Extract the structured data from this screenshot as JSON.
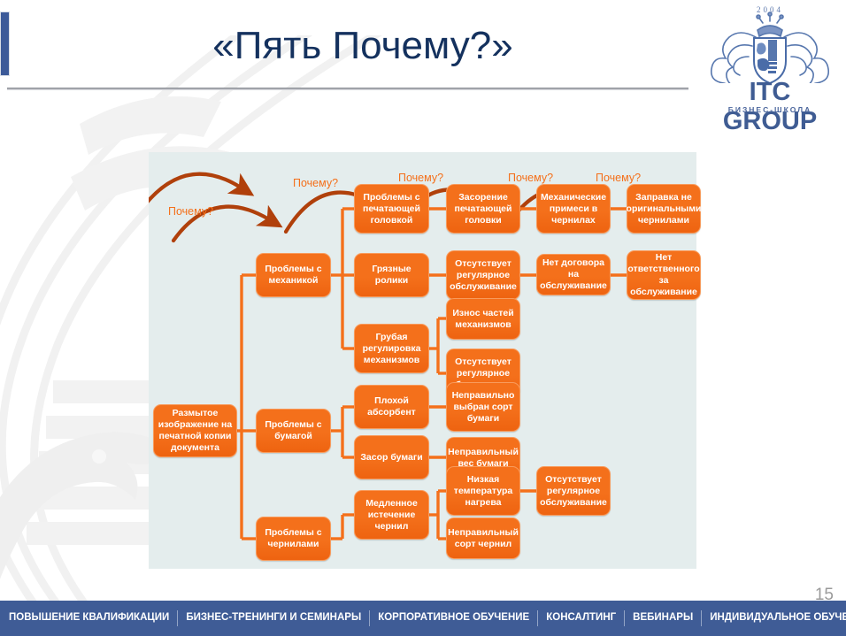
{
  "header": {
    "title": "«Пять Почему?»",
    "accent_color": "#3C5A99",
    "title_color": "#14315E"
  },
  "logo": {
    "year": "2004",
    "name": "ITC GROUP",
    "subtitle": "БИЗНЕС-ШКОЛА",
    "color": "#3F5C93"
  },
  "diagram": {
    "panel_color": "#E4EDED",
    "node_color": "#F4701B",
    "node_border_color": "#F89B5C",
    "connector_color": "#F4701B",
    "arrow_color": "#B0400B",
    "why_labels": [
      {
        "text": "Почему?"
      },
      {
        "text": "Почему?"
      },
      {
        "text": "Почему?"
      },
      {
        "text": "Почему?"
      },
      {
        "text": "Почему?"
      }
    ],
    "nodes": {
      "root": "Размытое изображение на печатной копии документа",
      "level1": [
        "Проблемы с механикой",
        "Проблемы с бумагой",
        "Проблемы с чернилами"
      ],
      "level2": [
        "Проблемы с печатающей головкой",
        "Грязные ролики",
        "Грубая регулировка механизмов",
        "Плохой абсорбент",
        "Засор  бумаги",
        "Медленное истечение чернил"
      ],
      "level3": [
        "Засорение печатающей головки",
        "Отсутствует регулярное обслуживание",
        "Износ частей механизмов",
        "Отсутствует регулярное обслуживание",
        "Неправильно выбран сорт бумаги",
        "Неправильный вес бумаги",
        "Низкая температура нагрева",
        "Неправильный сорт чернил"
      ],
      "level4": [
        "Механические примеси в чернилах",
        "Нет договора на обслуживание",
        "Отсутствует регулярное обслуживание"
      ],
      "level5": [
        "Заправка не оригинальными чернилами",
        "Нет ответственного за обслуживание"
      ]
    }
  },
  "footer": {
    "items": [
      "ПОВЫШЕНИЕ КВАЛИФИКАЦИИ",
      "БИЗНЕС-ТРЕНИНГИ И СЕМИНАРЫ",
      "КОРПОРАТИВНОЕ ОБУЧЕНИЕ",
      "КОНСАЛТИНГ",
      "ВЕБИНАРЫ",
      "ИНДИВИДУАЛЬНОЕ ОБУЧЕНИЕ"
    ],
    "background_color": "#3F5C96"
  },
  "page_number": "15"
}
